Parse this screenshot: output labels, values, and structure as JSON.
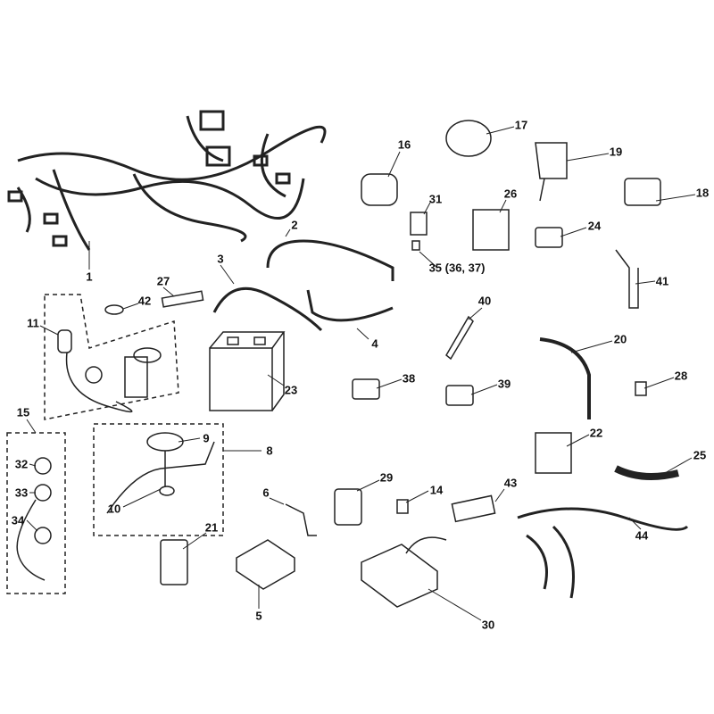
{
  "callouts": [
    "1",
    "2",
    "3",
    "4",
    "5",
    "6",
    "8",
    "9",
    "10",
    "11",
    "14",
    "15",
    "16",
    "17",
    "18",
    "19",
    "20",
    "21",
    "22",
    "23",
    "24",
    "25",
    "26",
    "27",
    "28",
    "29",
    "30",
    "31",
    "32",
    "33",
    "34",
    "35 (36, 37)",
    "38",
    "39",
    "40",
    "41",
    "42",
    "43",
    "44"
  ]
}
